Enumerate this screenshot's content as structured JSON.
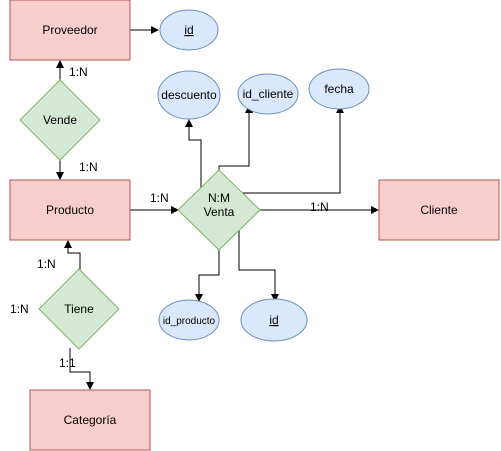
{
  "colors": {
    "entity_fill": "#f8cecc",
    "entity_stroke": "#b85450",
    "relation_fill": "#d5e8d4",
    "relation_stroke": "#82b366",
    "attribute_fill": "#dae8fc",
    "attribute_stroke": "#6c8ebf",
    "line": "#000000"
  },
  "entities": {
    "proveedor": "Proveedor",
    "producto": "Producto",
    "cliente": "Cliente",
    "categoria": "Categoría"
  },
  "relations": {
    "vende": "Vende",
    "venta_card": "N:M",
    "venta": "Venta",
    "tiene": "Tiene"
  },
  "attributes": {
    "proveedor_id": "id",
    "descuento": "descuento",
    "id_cliente": "id_cliente",
    "fecha": "fecha",
    "id_producto": "id_producto",
    "venta_id": "id"
  },
  "cardinalities": {
    "proveedor_vende": "1:N",
    "vende_producto": "1:N",
    "producto_venta": "1:N",
    "venta_cliente": "1:N",
    "producto_tiene": "1:N",
    "tiene_left": "1:N",
    "tiene_categoria": "1:1"
  }
}
